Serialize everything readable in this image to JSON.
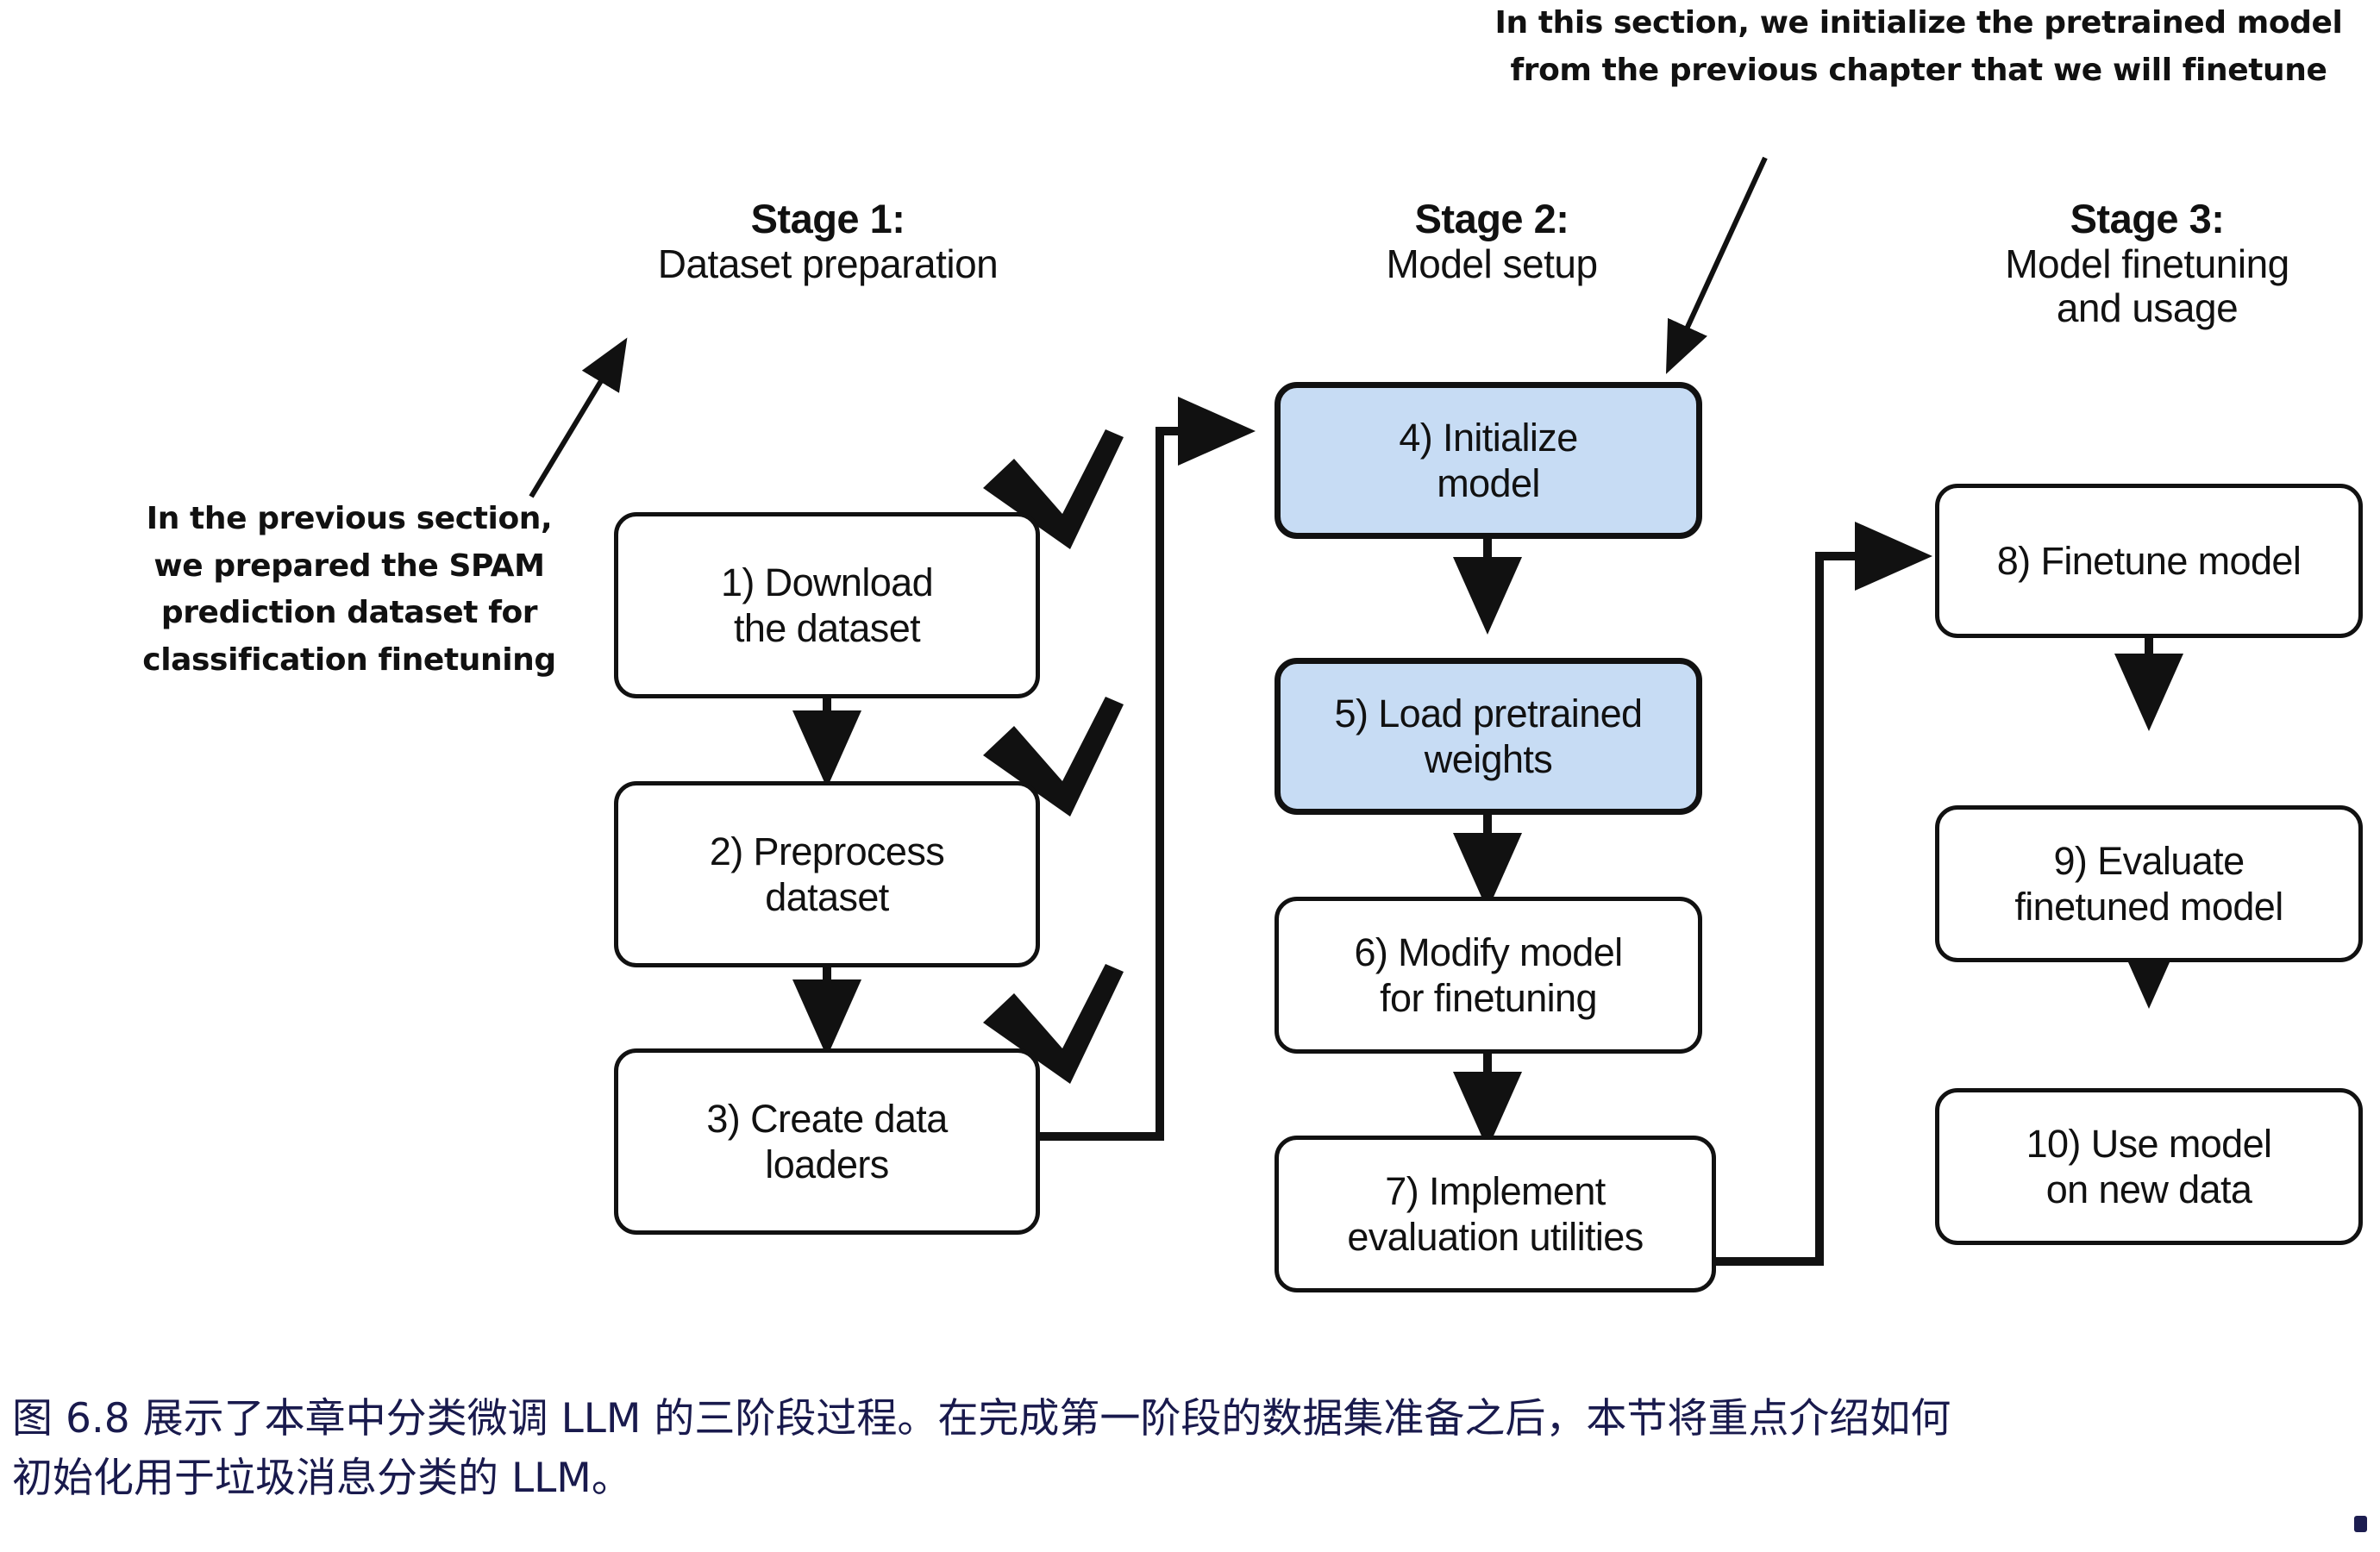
{
  "figure": {
    "title_note_top": {
      "lines": [
        "In this section, we initialize the pretrained model",
        "from the previous chapter that we will finetune"
      ]
    },
    "note_left": {
      "lines": [
        "In the previous section,",
        "we prepared the SPAM",
        "prediction dataset for",
        "classification finetuning"
      ]
    },
    "stages": [
      {
        "title": "Stage 1:",
        "subtitle": "Dataset preparation"
      },
      {
        "title": "Stage 2:",
        "subtitle": "Model setup"
      },
      {
        "title": "Stage 3:",
        "subtitle": "Model finetuning\nand usage"
      }
    ],
    "stage3_sub_line1": "Model finetuning",
    "stage3_sub_line2": "and usage",
    "steps": [
      {
        "id": 1,
        "line1": "1) Download",
        "line2": "the dataset",
        "highlight": false,
        "check": true
      },
      {
        "id": 2,
        "line1": "2) Preprocess",
        "line2": "dataset",
        "highlight": false,
        "check": true
      },
      {
        "id": 3,
        "line1": "3) Create data",
        "line2": "loaders",
        "highlight": false,
        "check": true
      },
      {
        "id": 4,
        "line1": "4) Initialize",
        "line2": "model",
        "highlight": true,
        "check": false
      },
      {
        "id": 5,
        "line1": "5) Load pretrained",
        "line2": "weights",
        "highlight": true,
        "check": false
      },
      {
        "id": 6,
        "line1": "6) Modify model",
        "line2": "for finetuning",
        "highlight": false,
        "check": false
      },
      {
        "id": 7,
        "line1": "7) Implement",
        "line2": "evaluation utilities",
        "highlight": false,
        "check": false
      },
      {
        "id": 8,
        "line1": "8) Finetune model",
        "line2": "",
        "highlight": false,
        "check": false
      },
      {
        "id": 9,
        "line1": "9) Evaluate",
        "line2": "finetuned model",
        "highlight": false,
        "check": false
      },
      {
        "id": 10,
        "line1": "10) Use model",
        "line2": "on new data",
        "highlight": false,
        "check": false
      }
    ],
    "colors": {
      "highlight_fill": "#c7dcf4",
      "stroke": "#111111",
      "caption_text": "#191a4d",
      "background": "#ffffff"
    }
  },
  "caption": {
    "line1": "图 6.8 展示了本章中分类微调 LLM 的三阶段过程。在完成第一阶段的数据集准备之后，本节将重点介绍如何",
    "line2": "初始化用于垃圾消息分类的 LLM。"
  }
}
